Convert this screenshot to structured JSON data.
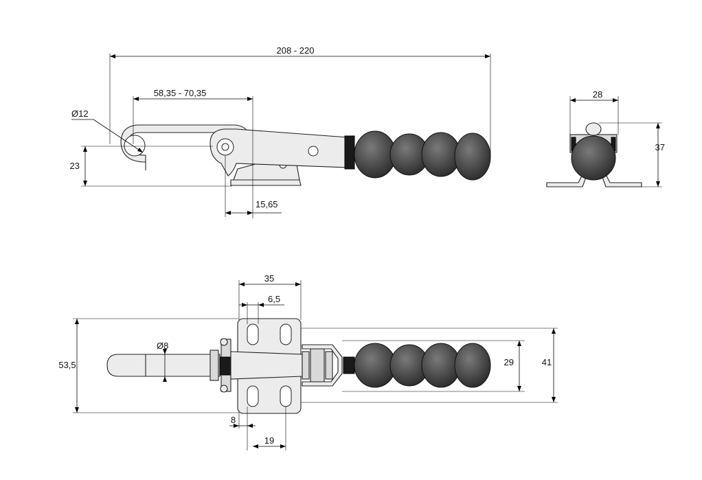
{
  "dimensions": {
    "total_length": "208 - 220",
    "hook_reach": "58,35 - 70,35",
    "hook_diameter": "Ø12",
    "pivot_height": "23",
    "base_offset": "15,65",
    "side_width": "28",
    "side_height": "37",
    "base_length": "35",
    "slot_spacing": "6,5",
    "pin_diameter": "Ø8",
    "overall_width": "53,5",
    "inner_width": "29",
    "outer_width": "41",
    "slot_offset": "8",
    "slot_pitch": "19"
  },
  "colors": {
    "grip": "#4a4a4a",
    "metal": "#ececec",
    "line": "#000000"
  }
}
